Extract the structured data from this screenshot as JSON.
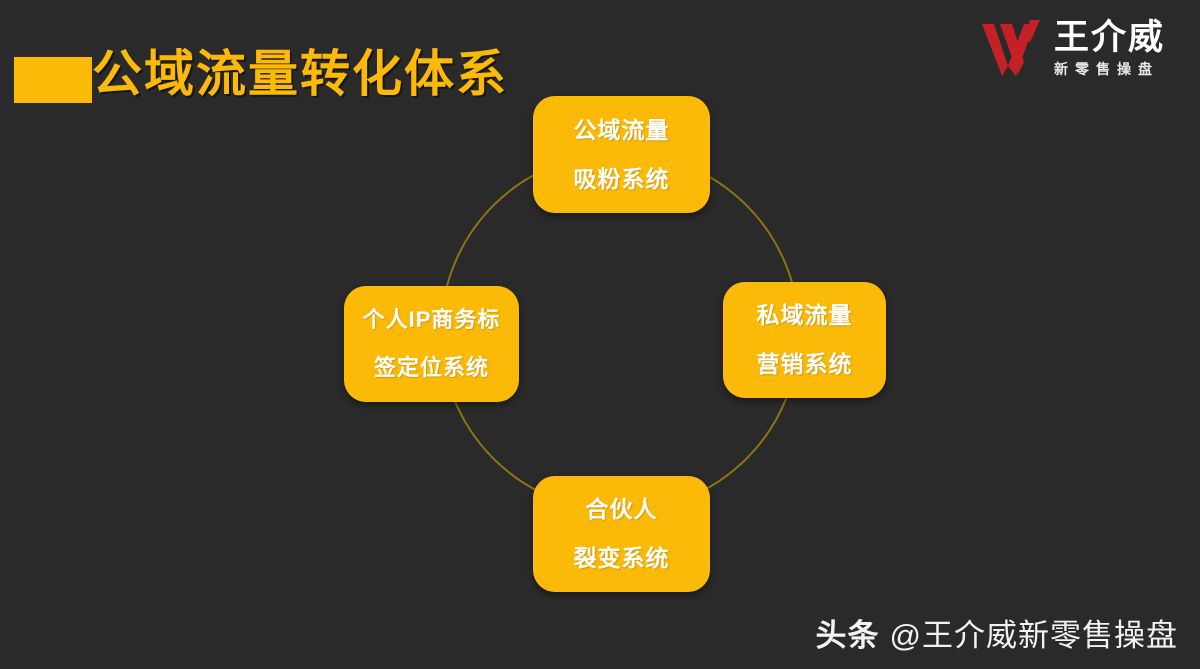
{
  "slide": {
    "title": "公域流量转化体系",
    "background_color": "#2a2a2a",
    "accent_color": "#FBB908"
  },
  "logo": {
    "mark": "w-monogram-icon",
    "mark_color": "#C42026",
    "name": "王介威",
    "subtitle": "新零售操盘"
  },
  "diagram": {
    "type": "cycle",
    "ring_color": "#8d7410",
    "nodes": [
      {
        "position": "top",
        "line1": "公域流量",
        "line2": "吸粉系统"
      },
      {
        "position": "right",
        "line1": "私域流量",
        "line2": "营销系统"
      },
      {
        "position": "bottom",
        "line1": "合伙人",
        "line2": "裂变系统"
      },
      {
        "position": "left",
        "line1": "个人IP商务标",
        "line2": "签定位系统"
      }
    ]
  },
  "watermark": {
    "brand": "头条",
    "handle": "@王介威新零售操盘"
  }
}
